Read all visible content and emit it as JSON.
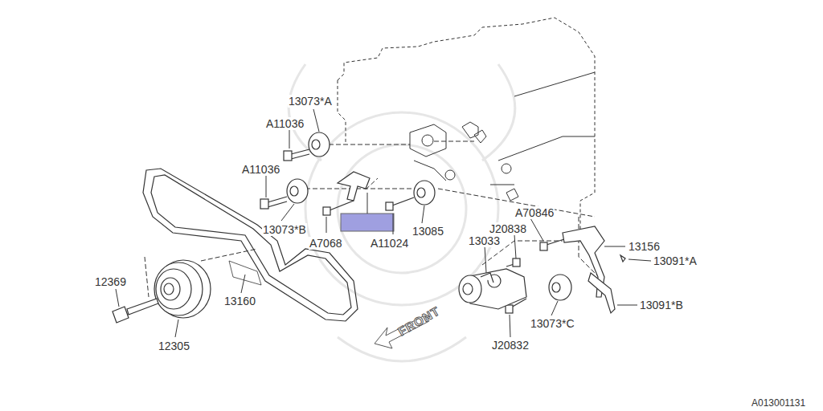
{
  "diagram": {
    "labels": [
      "13073*A",
      "A11036",
      "A11036",
      "13073*B",
      "A7068",
      "A11024",
      "13085",
      "A70846",
      "J20838",
      "13033",
      "13156",
      "13091*A",
      "13091*B",
      "13073*C",
      "J20832",
      "12369",
      "12305",
      "13160",
      "FRONT",
      "A013001131"
    ]
  }
}
